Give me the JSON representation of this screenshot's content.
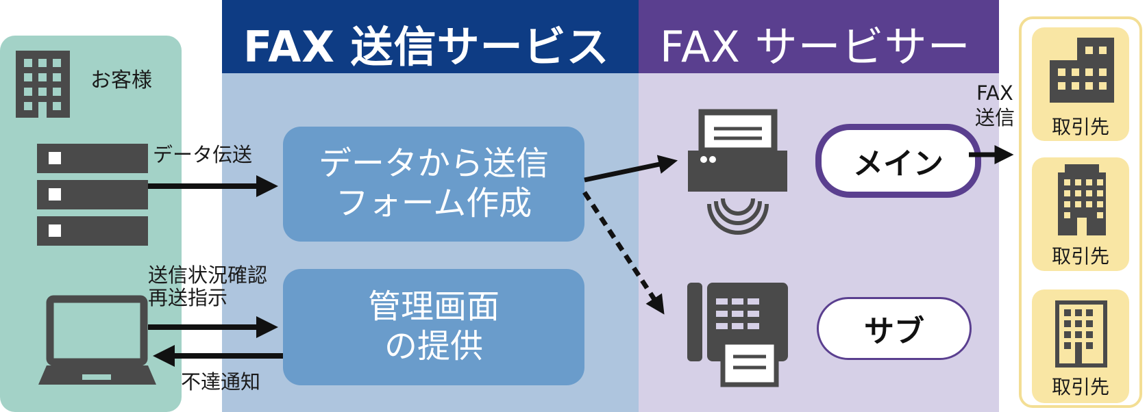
{
  "customer": {
    "label": "お客様"
  },
  "service": {
    "title": "FAX 送信サービス",
    "form_box": {
      "line1": "データから送信",
      "line2": "フォーム作成"
    },
    "admin_box": {
      "line1": "管理画面",
      "line2": "の提供"
    }
  },
  "fax_server": {
    "title": "FAX サービサー",
    "main_label": "メイン",
    "sub_label": "サブ"
  },
  "partners": {
    "items": [
      {
        "label": "取引先"
      },
      {
        "label": "取引先"
      },
      {
        "label": "取引先"
      }
    ]
  },
  "arrows": {
    "data_transfer": "データ伝送",
    "status_check": "送信状況確認",
    "resend": "再送指示",
    "failure_notice": "不達通知",
    "fax_send_1": "FAX",
    "fax_send_2": "送信"
  },
  "colors": {
    "customer_bg": "#a3d2c7",
    "service_header": "#0e3c84",
    "service_bg": "#aec5de",
    "service_box": "#6a9ccb",
    "server_header": "#5a3f8f",
    "server_bg": "#d6d0e7",
    "partner_bg": "#f9e6a4",
    "partner_border": "#f3de94",
    "icon": "#4a4a4a"
  },
  "icons": {
    "customer_building": "office-building-icon",
    "server": "server-rack-icon",
    "laptop": "laptop-icon",
    "printer": "fax-printer-icon",
    "fax_machine": "fax-machine-icon",
    "partner_buildings": [
      "office-building-icon",
      "office-tower-icon",
      "apartment-building-icon"
    ]
  }
}
